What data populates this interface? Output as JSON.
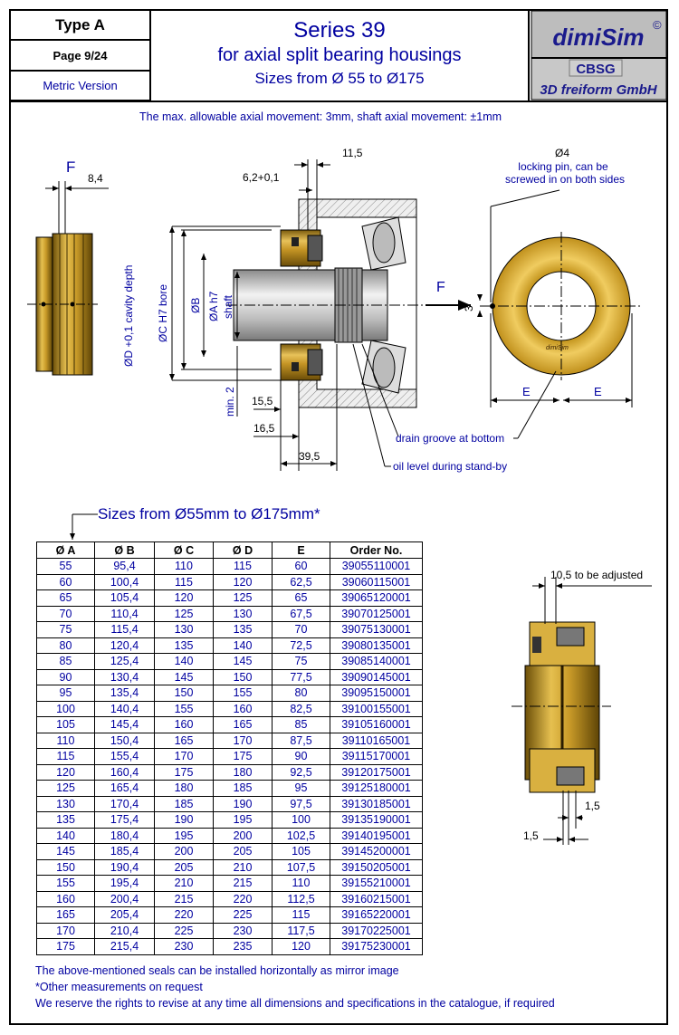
{
  "header": {
    "type_label": "Type A",
    "page_label": "Page 9/24",
    "version_label": "Metric Version",
    "series_title": "Series 39",
    "subtitle": "for axial split bearing housings",
    "size_range": "Sizes from Ø 55 to Ø175",
    "logo_text": "dimiSim",
    "logo_copyright": "©",
    "company_code": "CBSG",
    "company_name": "3D freiform GmbH"
  },
  "drawing": {
    "movement_note": "The max. allowable axial movement: 3mm, shaft axial movement:  ±1mm",
    "dim_F_left": "F",
    "dim_8_4": "8,4",
    "dim_11_5": "11,5",
    "dim_6_2": "6,2+0,1",
    "label_D": "ØD +0,1 cavity depth",
    "label_C": "ØC H7 bore",
    "label_B": "ØB",
    "label_A": "ØA h7",
    "label_shaft": "shaft",
    "label_min2": "min. 2",
    "dim_15_5": "15,5",
    "dim_16_5": "16,5",
    "dim_39_5": "39,5",
    "pin_dia": "Ø4",
    "pin_note_1": "locking pin, can be",
    "pin_note_2": "screwed in on both sides",
    "dim_F_right": "F",
    "dim_3": "3",
    "dim_E_left": "E",
    "dim_E_right": "E",
    "drain_note": "drain groove at bottom",
    "oil_note": "oil level during stand-by",
    "ring_logo": "dimiSim",
    "sizes_heading": "Sizes from Ø55mm to Ø175mm*",
    "adjust_note": "10,5 to be adjusted",
    "dim_1_5_a": "1,5",
    "dim_1_5_b": "1,5"
  },
  "table": {
    "headers": [
      "Ø A",
      "Ø B",
      "Ø C",
      "Ø D",
      "E",
      "Order No."
    ],
    "rows": [
      [
        "55",
        "95,4",
        "110",
        "115",
        "60",
        "39055110001"
      ],
      [
        "60",
        "100,4",
        "115",
        "120",
        "62,5",
        "39060115001"
      ],
      [
        "65",
        "105,4",
        "120",
        "125",
        "65",
        "39065120001"
      ],
      [
        "70",
        "110,4",
        "125",
        "130",
        "67,5",
        "39070125001"
      ],
      [
        "75",
        "115,4",
        "130",
        "135",
        "70",
        "39075130001"
      ],
      [
        "80",
        "120,4",
        "135",
        "140",
        "72,5",
        "39080135001"
      ],
      [
        "85",
        "125,4",
        "140",
        "145",
        "75",
        "39085140001"
      ],
      [
        "90",
        "130,4",
        "145",
        "150",
        "77,5",
        "39090145001"
      ],
      [
        "95",
        "135,4",
        "150",
        "155",
        "80",
        "39095150001"
      ],
      [
        "100",
        "140,4",
        "155",
        "160",
        "82,5",
        "39100155001"
      ],
      [
        "105",
        "145,4",
        "160",
        "165",
        "85",
        "39105160001"
      ],
      [
        "110",
        "150,4",
        "165",
        "170",
        "87,5",
        "39110165001"
      ],
      [
        "115",
        "155,4",
        "170",
        "175",
        "90",
        "39115170001"
      ],
      [
        "120",
        "160,4",
        "175",
        "180",
        "92,5",
        "39120175001"
      ],
      [
        "125",
        "165,4",
        "180",
        "185",
        "95",
        "39125180001"
      ],
      [
        "130",
        "170,4",
        "185",
        "190",
        "97,5",
        "39130185001"
      ],
      [
        "135",
        "175,4",
        "190",
        "195",
        "100",
        "39135190001"
      ],
      [
        "140",
        "180,4",
        "195",
        "200",
        "102,5",
        "39140195001"
      ],
      [
        "145",
        "185,4",
        "200",
        "205",
        "105",
        "39145200001"
      ],
      [
        "150",
        "190,4",
        "205",
        "210",
        "107,5",
        "39150205001"
      ],
      [
        "155",
        "195,4",
        "210",
        "215",
        "110",
        "39155210001"
      ],
      [
        "160",
        "200,4",
        "215",
        "220",
        "112,5",
        "39160215001"
      ],
      [
        "165",
        "205,4",
        "220",
        "225",
        "115",
        "39165220001"
      ],
      [
        "170",
        "210,4",
        "225",
        "230",
        "117,5",
        "39170225001"
      ],
      [
        "175",
        "215,4",
        "230",
        "235",
        "120",
        "39175230001"
      ]
    ]
  },
  "footer": {
    "note_1": "The above-mentioned seals can be installed horizontally as mirror image",
    "note_2": "*Other measurements on request",
    "note_3": "We reserve the rights to revise at any time all dimensions and specifications in the catalogue, if required"
  },
  "colors": {
    "text_blue": "#0000a0",
    "brass": "#c8a030",
    "brass_dark": "#8a6a10",
    "logo_bg": "#b8b8b8",
    "logo_text": "#1a1a8c"
  }
}
